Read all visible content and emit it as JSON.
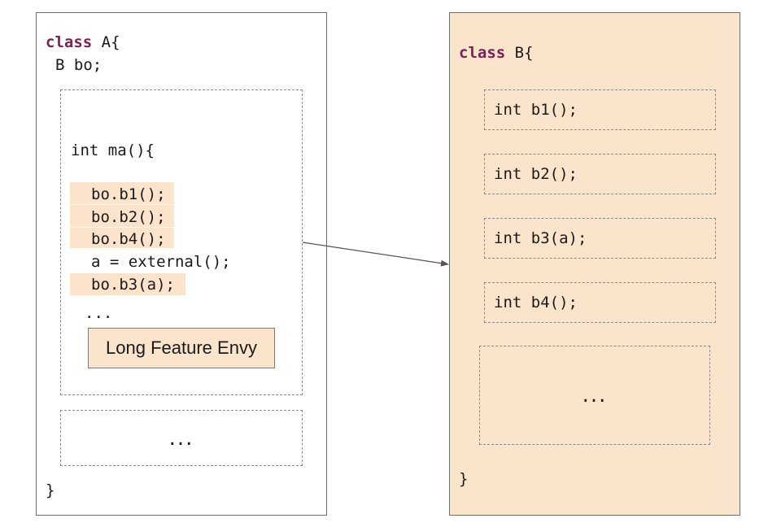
{
  "class_a": {
    "keyword": "class",
    "name": " A{",
    "field": "B bo;",
    "method": {
      "signature": "int ma(){",
      "lines": [
        "bo.b1();",
        "bo.b2();",
        "bo.b4();",
        "a = external();",
        "bo.b3(a);"
      ],
      "ellipsis": "...",
      "smell_label": "Long Feature Envy"
    },
    "more_methods": "...",
    "closing": "}"
  },
  "class_b": {
    "keyword": "class",
    "name": " B{",
    "methods": [
      "int b1();",
      "int b2();",
      "int b3(a);",
      "int b4();"
    ],
    "more_methods": "...",
    "closing": "}"
  },
  "colors": {
    "keyword": "#7b2352",
    "highlight": "#fce4cc",
    "class_b_fill": "#fbe4cc",
    "border": "#6f6f6f"
  }
}
